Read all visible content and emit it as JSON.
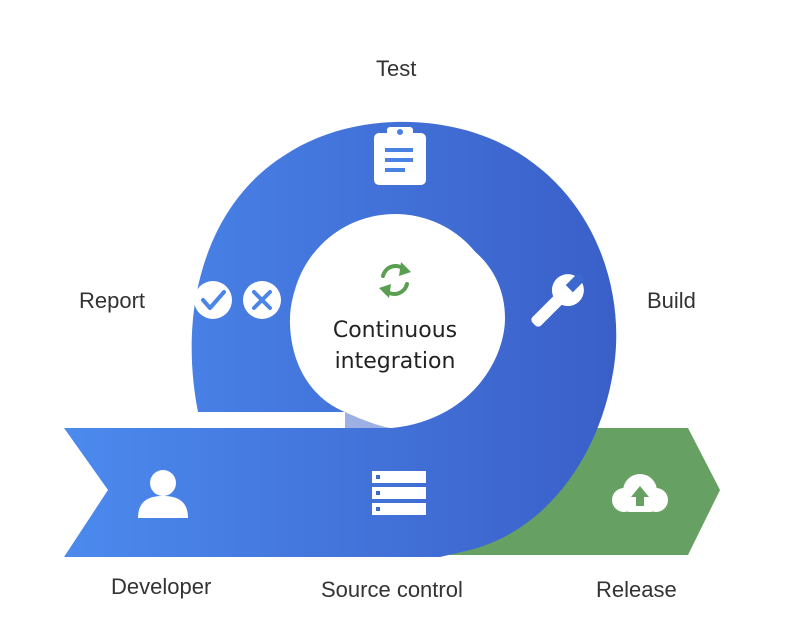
{
  "diagram": {
    "center": {
      "title_line1": "Continuous",
      "title_line2": "integration",
      "icon": "sync-arrows-icon"
    },
    "stages": {
      "test": {
        "label": "Test",
        "icon": "clipboard-icon"
      },
      "build": {
        "label": "Build",
        "icon": "wrench-icon"
      },
      "report": {
        "label": "Report",
        "icon": "check-cross-icon"
      },
      "developer": {
        "label": "Developer",
        "icon": "person-icon"
      },
      "source_control": {
        "label": "Source control",
        "icon": "server-stack-icon"
      },
      "release": {
        "label": "Release",
        "icon": "cloud-upload-icon"
      }
    },
    "colors": {
      "blue_light": "#4b86ea",
      "blue_dark": "#3a62c9",
      "green": "#66a062",
      "icon_green": "#5a9e52",
      "white": "#ffffff",
      "text": "#333333"
    }
  }
}
